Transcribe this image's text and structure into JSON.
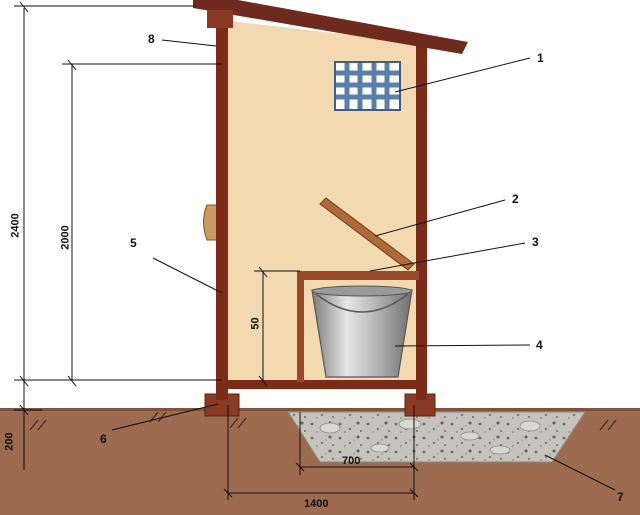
{
  "callouts": {
    "c1": "1",
    "c2": "2",
    "c3": "3",
    "c4": "4",
    "c5": "5",
    "c6": "6",
    "c7": "7",
    "c8": "8"
  },
  "dimensions": {
    "total_height": "2400",
    "door_height": "2000",
    "seat_height": "50",
    "below_ground": "200",
    "pit_width": "700",
    "base_width": "1400"
  },
  "colors": {
    "ground": "#9a6a4f",
    "wall": "#f2d9b0",
    "frame": "#7b2b18",
    "roof": "#6e2a1c",
    "gravel": "#bdbdb6",
    "window": "#5a7fa8"
  }
}
